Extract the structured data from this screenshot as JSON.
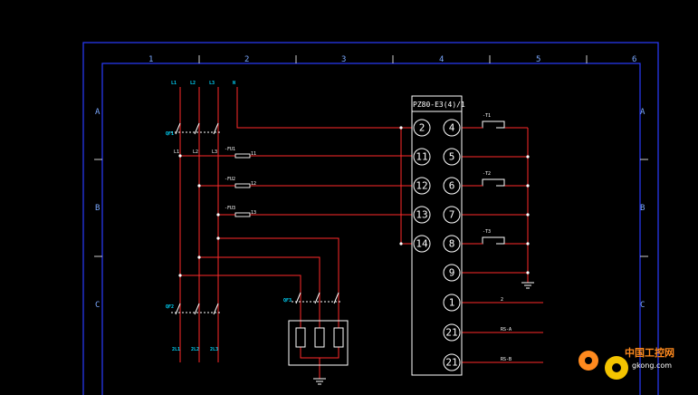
{
  "frame": {
    "columns": [
      "1",
      "2",
      "3",
      "4",
      "5",
      "6"
    ],
    "rows": [
      "A",
      "B",
      "C"
    ]
  },
  "top_labels": [
    "L1",
    "L2",
    "L3",
    "N"
  ],
  "breakers": [
    "QF1",
    "QF2",
    "QF3"
  ],
  "phase_labels": [
    "L1",
    "L2",
    "L3"
  ],
  "fuses": [
    "-FU1",
    "-FU2",
    "-FU3"
  ],
  "fuse_wire_labels": [
    "11",
    "12",
    "13"
  ],
  "bottom_labels": [
    "2L1",
    "2L2",
    "2L3"
  ],
  "module": {
    "title": "PZ80-E3(4)/1",
    "left_terminals": [
      "2",
      "11",
      "12",
      "13",
      "14"
    ],
    "right_terminals": [
      "4",
      "5",
      "6",
      "7",
      "8",
      "9",
      "1",
      "21",
      "21"
    ]
  },
  "ct_labels": [
    "-T1",
    "-T2",
    "-T3"
  ],
  "comm_labels": [
    "2",
    "RS-A",
    "RS-B"
  ],
  "watermark": {
    "text": "中国工控网",
    "url": "gkong.com"
  },
  "colors": {
    "background": "#000000",
    "frame": "#2a3cff",
    "wire_red": "#ff2a2a",
    "text_cyan": "#00d8ff",
    "text_blue": "#7aa8ff",
    "outline": "#ffffff",
    "watermark": "#ff8a1e"
  }
}
